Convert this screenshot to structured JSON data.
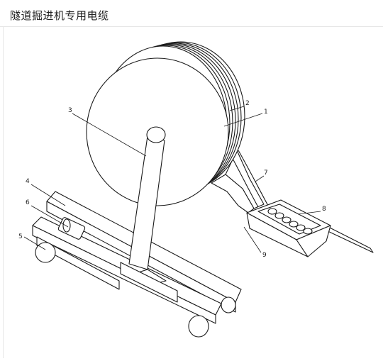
{
  "title": "隧道掘进机专用电缆",
  "callouts": [
    "1",
    "2",
    "3",
    "4",
    "5",
    "6",
    "7",
    "8",
    "9"
  ],
  "colors": {
    "line": "#1a1a1a",
    "background": "#ffffff",
    "divider": "#e6e6e6"
  }
}
